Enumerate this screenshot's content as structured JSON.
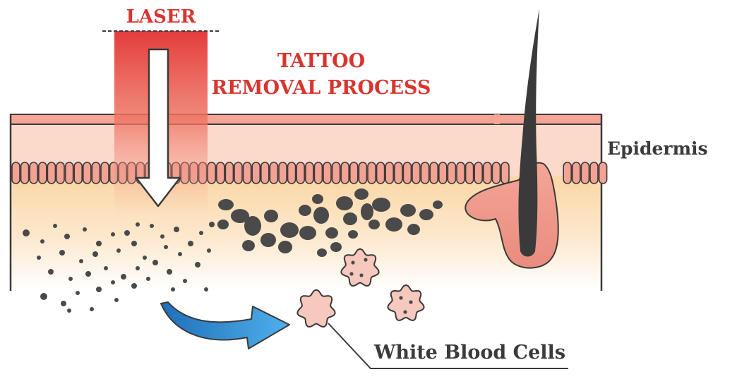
{
  "labels": {
    "laser": "LASER",
    "title_line1": "TATTOO",
    "title_line2": "REMOVAL PROCESS",
    "epidermis": "Epidermis",
    "white_blood_cells": "White Blood Cells"
  },
  "colors": {
    "title_red": "#d8352f",
    "text_dark": "#3b3b3b",
    "outline": "#3a3a3a",
    "skin_top": "#f4a596",
    "epidermis": "#fbd9cb",
    "cell_fill": "#f3a293",
    "dermis_top": "#fad7a6",
    "laser_red": "#e43c3c",
    "ink": "#4a4a4a",
    "arrow_blue": "#2f8fd8",
    "wbc_fill": "#f7c8bd"
  },
  "icons": {
    "laser_arrow": "down-arrow-icon",
    "flow_arrow": "curved-arrow-icon",
    "hair": "hair-follicle-icon",
    "cell": "white-blood-cell-icon"
  }
}
